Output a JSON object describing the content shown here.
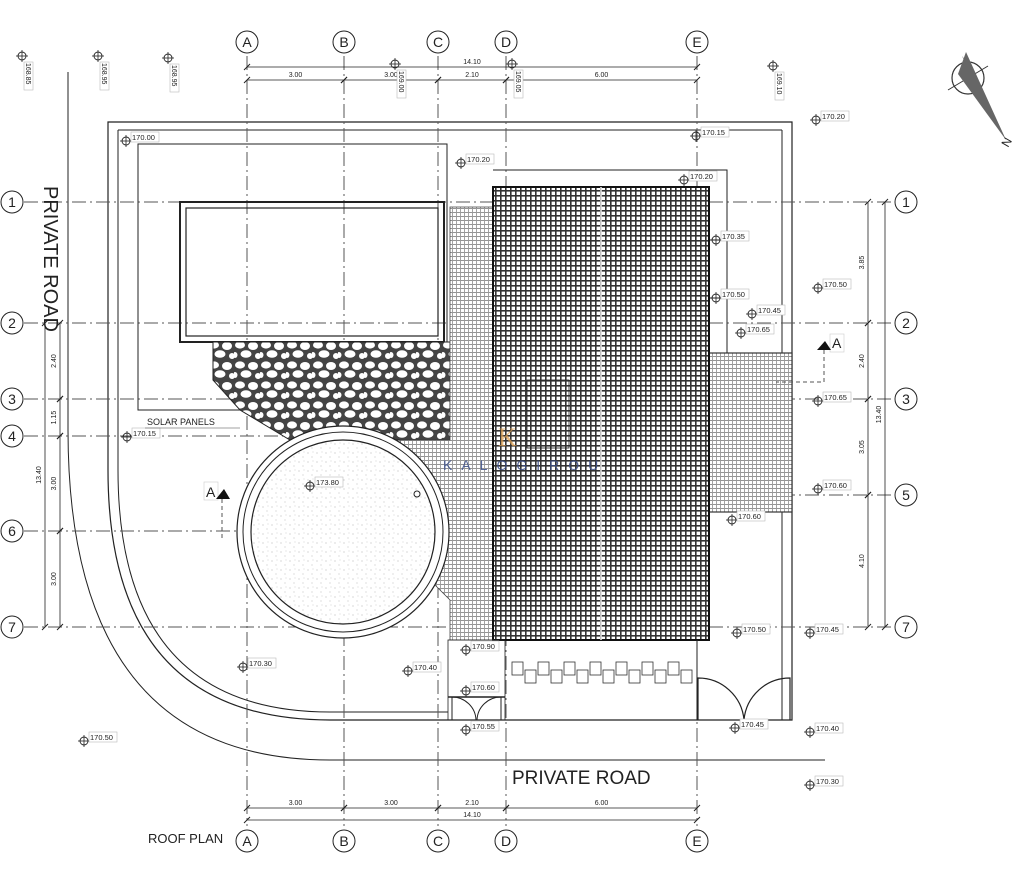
{
  "drawing": {
    "title": "ROOF PLAN",
    "road_left": "PRIVATE ROAD",
    "road_bottom": "PRIVATE ROAD",
    "solar_label": "SOLAR PANELS",
    "section_marker": "A",
    "north_label": "N",
    "watermark_logo": "K",
    "watermark_text": "KALOGIROU"
  },
  "grid_columns": [
    "A",
    "B",
    "C",
    "D",
    "E"
  ],
  "grid_rows_left": [
    "1",
    "2",
    "3",
    "4",
    "6",
    "7"
  ],
  "grid_rows_right": [
    "1",
    "2",
    "3",
    "5",
    "7"
  ],
  "dimensions": {
    "top_total": "14.10",
    "top_parts": [
      "3.00",
      "3.00",
      "2.10",
      "6.00"
    ],
    "bottom_total": "14.10",
    "bottom_parts": [
      "3.00",
      "3.00",
      "2.10",
      "6.00"
    ],
    "left_total": "13.40",
    "left_parts": [
      "2.40",
      "1.15",
      "3.00",
      "3.00"
    ],
    "right_total": "13.40",
    "right_parts": [
      "3.85",
      "2.40",
      "3.05",
      "4.10"
    ]
  },
  "elevations": [
    "168.85",
    "168.95",
    "168.95",
    "169.00",
    "169.05",
    "169.10",
    "170.00",
    "170.20",
    "170.15",
    "170.20",
    "170.20",
    "170.35",
    "170.50",
    "170.50",
    "170.45",
    "170.65",
    "170.15",
    "173.80",
    "170.65",
    "170.60",
    "170.60",
    "170.50",
    "170.45",
    "170.30",
    "170.40",
    "170.90",
    "170.60",
    "170.55",
    "170.45",
    "170.40",
    "170.50",
    "170.30"
  ],
  "colors": {
    "line": "#222222",
    "watermark": "#3b4f8a",
    "logo": "#e0a050"
  }
}
